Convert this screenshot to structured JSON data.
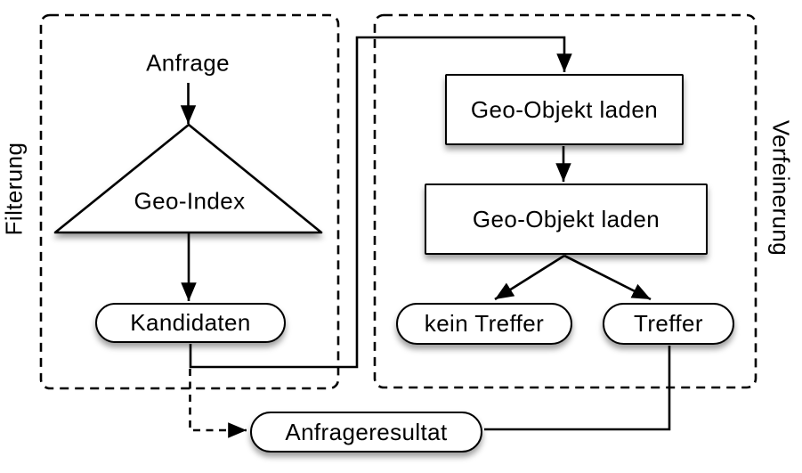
{
  "regions": {
    "filterung": {
      "label": "Filterung"
    },
    "verfeinerung": {
      "label": "Verfeinerung"
    }
  },
  "nodes": {
    "anfrage": {
      "label": "Anfrage",
      "shape": "text"
    },
    "geo_index": {
      "label": "Geo-Index",
      "shape": "triangle"
    },
    "kandidaten": {
      "label": "Kandidaten",
      "shape": "stadium"
    },
    "geo_objekt_laden_1": {
      "label": "Geo-Objekt laden",
      "shape": "rect"
    },
    "geo_objekt_laden_2": {
      "label": "Geo-Objekt laden",
      "shape": "rect"
    },
    "kein_treffer": {
      "label": "kein Treffer",
      "shape": "stadium"
    },
    "treffer": {
      "label": "Treffer",
      "shape": "stadium"
    },
    "anfrageresultat": {
      "label": "Anfrageresultat",
      "shape": "stadium"
    }
  },
  "edges": [
    {
      "from": "anfrage",
      "to": "geo_index",
      "style": "solid-arrow"
    },
    {
      "from": "geo_index",
      "to": "kandidaten",
      "style": "solid-arrow"
    },
    {
      "from": "kandidaten",
      "to": "geo_objekt_laden_1",
      "style": "solid-arrow"
    },
    {
      "from": "geo_objekt_laden_1",
      "to": "geo_objekt_laden_2",
      "style": "solid-arrow"
    },
    {
      "from": "geo_objekt_laden_2",
      "to": "kein_treffer",
      "style": "solid-arrow"
    },
    {
      "from": "geo_objekt_laden_2",
      "to": "treffer",
      "style": "solid-arrow"
    },
    {
      "from": "kandidaten",
      "to": "anfrageresultat",
      "style": "dashed-arrow"
    },
    {
      "from": "treffer",
      "to": "anfrageresultat",
      "style": "solid-line"
    }
  ],
  "colors": {
    "stroke": "#000000",
    "node_fill": "#ffffff",
    "background": "#ffffff"
  }
}
